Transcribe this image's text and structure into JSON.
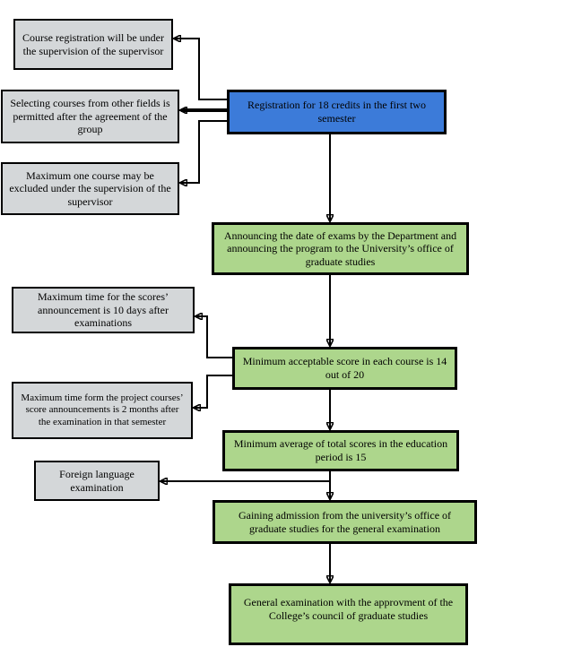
{
  "diagram": {
    "type": "flowchart",
    "nodes": {
      "supervision_note": {
        "text": "Course registration will be under the supervision of the supervisor"
      },
      "other_fields_note": {
        "text": "Selecting courses from other fields is permitted after the agreement of the group"
      },
      "exclusion_note": {
        "text": "Maximum one course may be excluded under the supervision of the supervisor"
      },
      "registration": {
        "text": "Registration for 18 credits in the first two semester"
      },
      "exam_announcement": {
        "text": "Announcing the date of exams by the Department and announcing the program to the University’s office of graduate studies"
      },
      "scores_deadline_note": {
        "text": "Maximum time for the scores’ announcement is 10 days after examinations"
      },
      "min_score": {
        "text": "Minimum acceptable score in each course is 14 out of 20"
      },
      "project_scores_note": {
        "text": "Maximum time form the project courses’ score announcements is 2 months after the examination in that semester"
      },
      "min_average": {
        "text": "Minimum average of total scores in the education period is 15"
      },
      "foreign_language": {
        "text": "Foreign language examination"
      },
      "admission": {
        "text": "Gaining admission from the university’s office of graduate studies for the general examination"
      },
      "general_exam": {
        "text": "General examination with the approvment of the College’s council of graduate studies"
      }
    },
    "edges": [
      {
        "from": "registration",
        "to": "supervision_note"
      },
      {
        "from": "registration",
        "to": "other_fields_note"
      },
      {
        "from": "registration",
        "to": "exclusion_note"
      },
      {
        "from": "registration",
        "to": "exam_announcement"
      },
      {
        "from": "exam_announcement",
        "to": "min_score"
      },
      {
        "from": "min_score",
        "to": "scores_deadline_note"
      },
      {
        "from": "min_score",
        "to": "project_scores_note"
      },
      {
        "from": "min_score",
        "to": "min_average"
      },
      {
        "from": "min_average",
        "to": "foreign_language"
      },
      {
        "from": "min_average",
        "to": "admission"
      },
      {
        "from": "admission",
        "to": "general_exam"
      }
    ],
    "colors": {
      "primary_box": "#3c7bd9",
      "stage_box": "#add68c",
      "note_box": "#d4d7d9",
      "border": "#000000",
      "arrow": "#000000"
    }
  }
}
